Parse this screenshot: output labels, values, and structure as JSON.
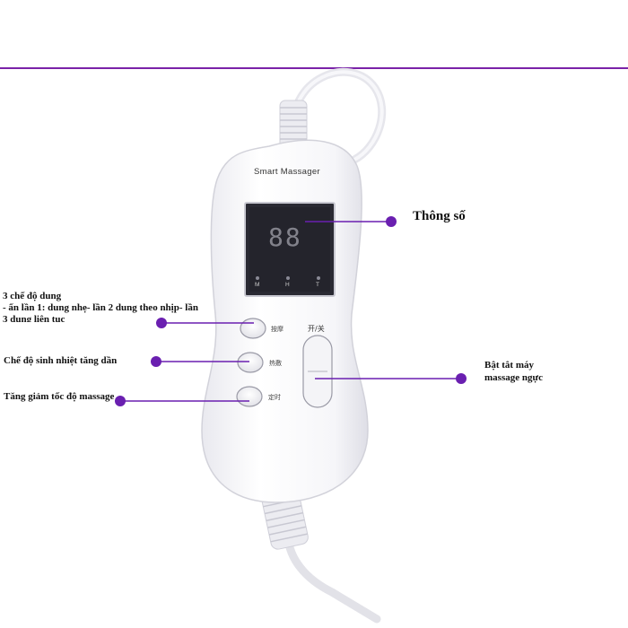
{
  "device": {
    "brand": "Smart Massager",
    "indicators": [
      "M",
      "H",
      "T"
    ],
    "display_value": "88",
    "buttons": {
      "mode_label": "按摩",
      "heat_label": "热敷",
      "timer_label": "定时",
      "power_label": "开/关"
    }
  },
  "callouts": {
    "display": "Thông số",
    "modes_line1": "3 chế độ dung",
    "modes_line2": "- ấn lần 1: dung nhẹ- lần 2 dung theo nhịp- lần",
    "modes_line3": "3 dung liên tục",
    "heat": "Chế độ sinh nhiệt tăng dần",
    "speed": "Tăng giảm tốc độ massage",
    "power_line1": "Bật tắt máy",
    "power_line2": "massage ngực"
  },
  "colors": {
    "accent": "#6a1fb0",
    "divider": "#7a22a8",
    "device_body": "#fbfbfd",
    "screen": "#2a2a33"
  }
}
